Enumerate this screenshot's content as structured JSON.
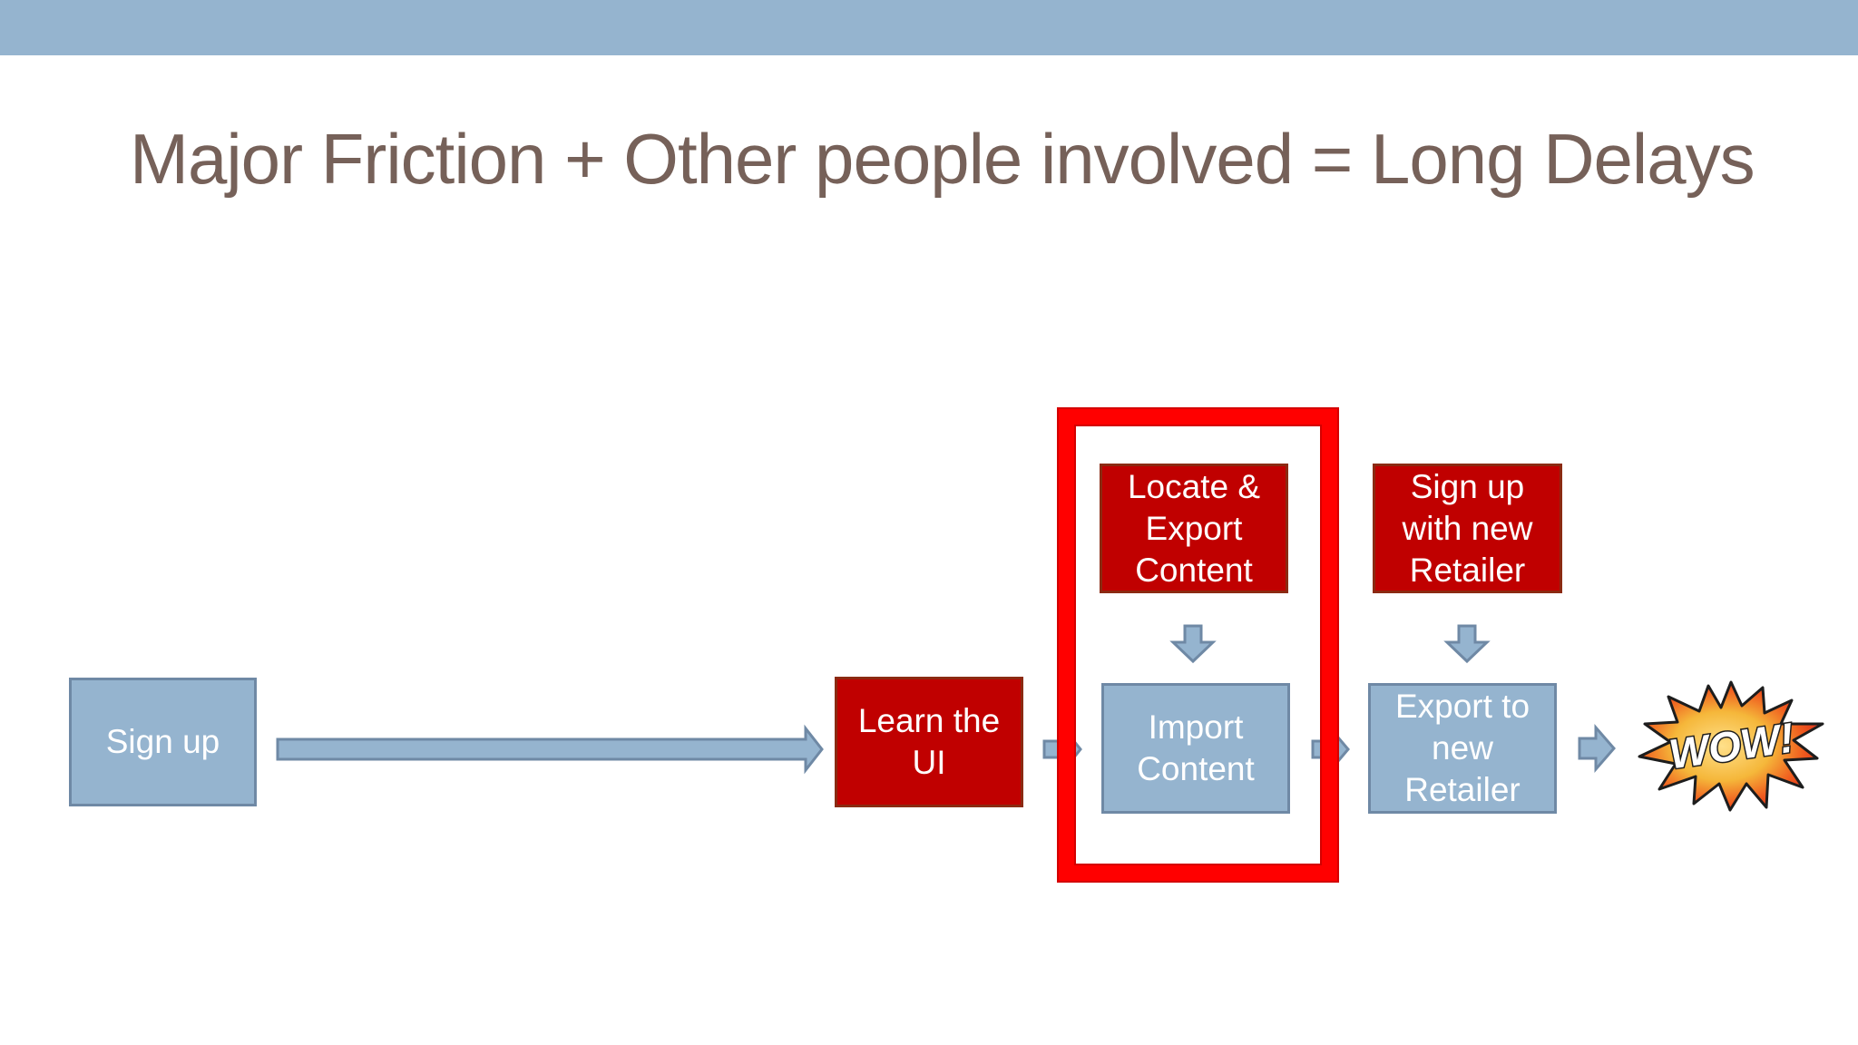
{
  "slide": {
    "title": "Major Friction + Other people involved = Long Delays"
  },
  "diagram": {
    "steps": {
      "sign_up": "Sign up",
      "learn_ui": "Learn the\nUI",
      "locate_export": "Locate &\nExport\nContent",
      "import_content": "Import\nContent",
      "sign_up_retailer": "Sign up\nwith new\nRetailer",
      "export_retailer": "Export to\nnew\nRetailer"
    },
    "wow_label": "WOW!"
  },
  "colors": {
    "top_bar": "#95b4cf",
    "title_text": "#766159",
    "blue_box": "#95b4cf",
    "red_box": "#c00000",
    "highlight": "#ff0000",
    "arrow_fill": "#95b4cf",
    "arrow_stroke": "#6f89a5"
  }
}
